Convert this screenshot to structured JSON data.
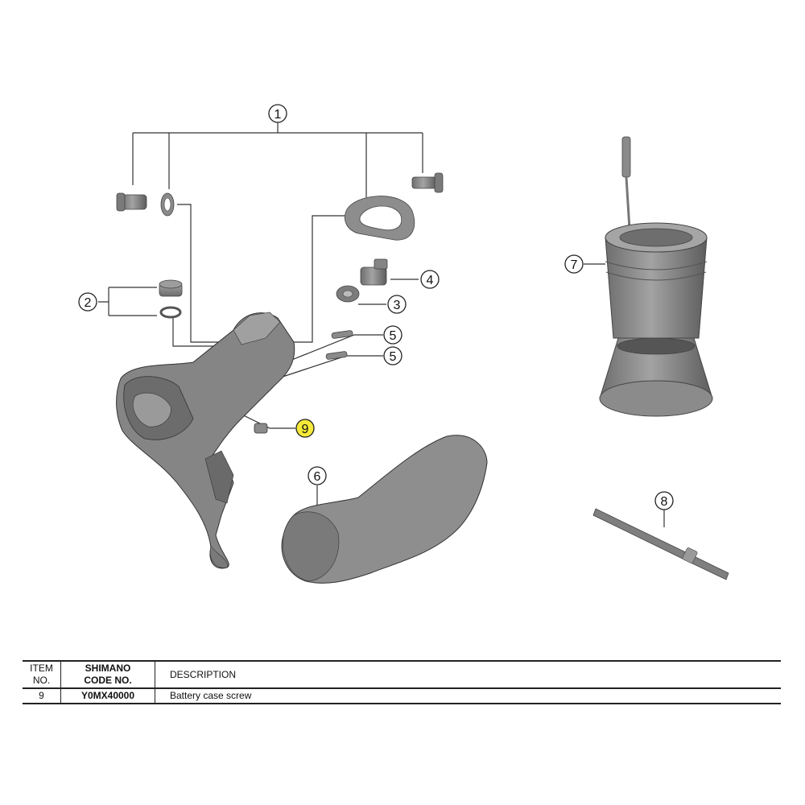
{
  "callouts": {
    "c1": "1",
    "c2": "2",
    "c3": "3",
    "c4": "4",
    "c5a": "5",
    "c5b": "5",
    "c6": "6",
    "c7": "7",
    "c8": "8",
    "c9": "9"
  },
  "highlight_color": "#f5e93a",
  "part_color": "#8a8a8a",
  "table": {
    "headers": {
      "item": [
        "ITEM",
        "NO."
      ],
      "code": [
        "SHIMANO",
        "CODE NO."
      ],
      "description": "DESCRIPTION"
    },
    "rows": [
      {
        "item": "9",
        "code": "Y0MX40000",
        "description": "Battery case screw"
      }
    ]
  }
}
